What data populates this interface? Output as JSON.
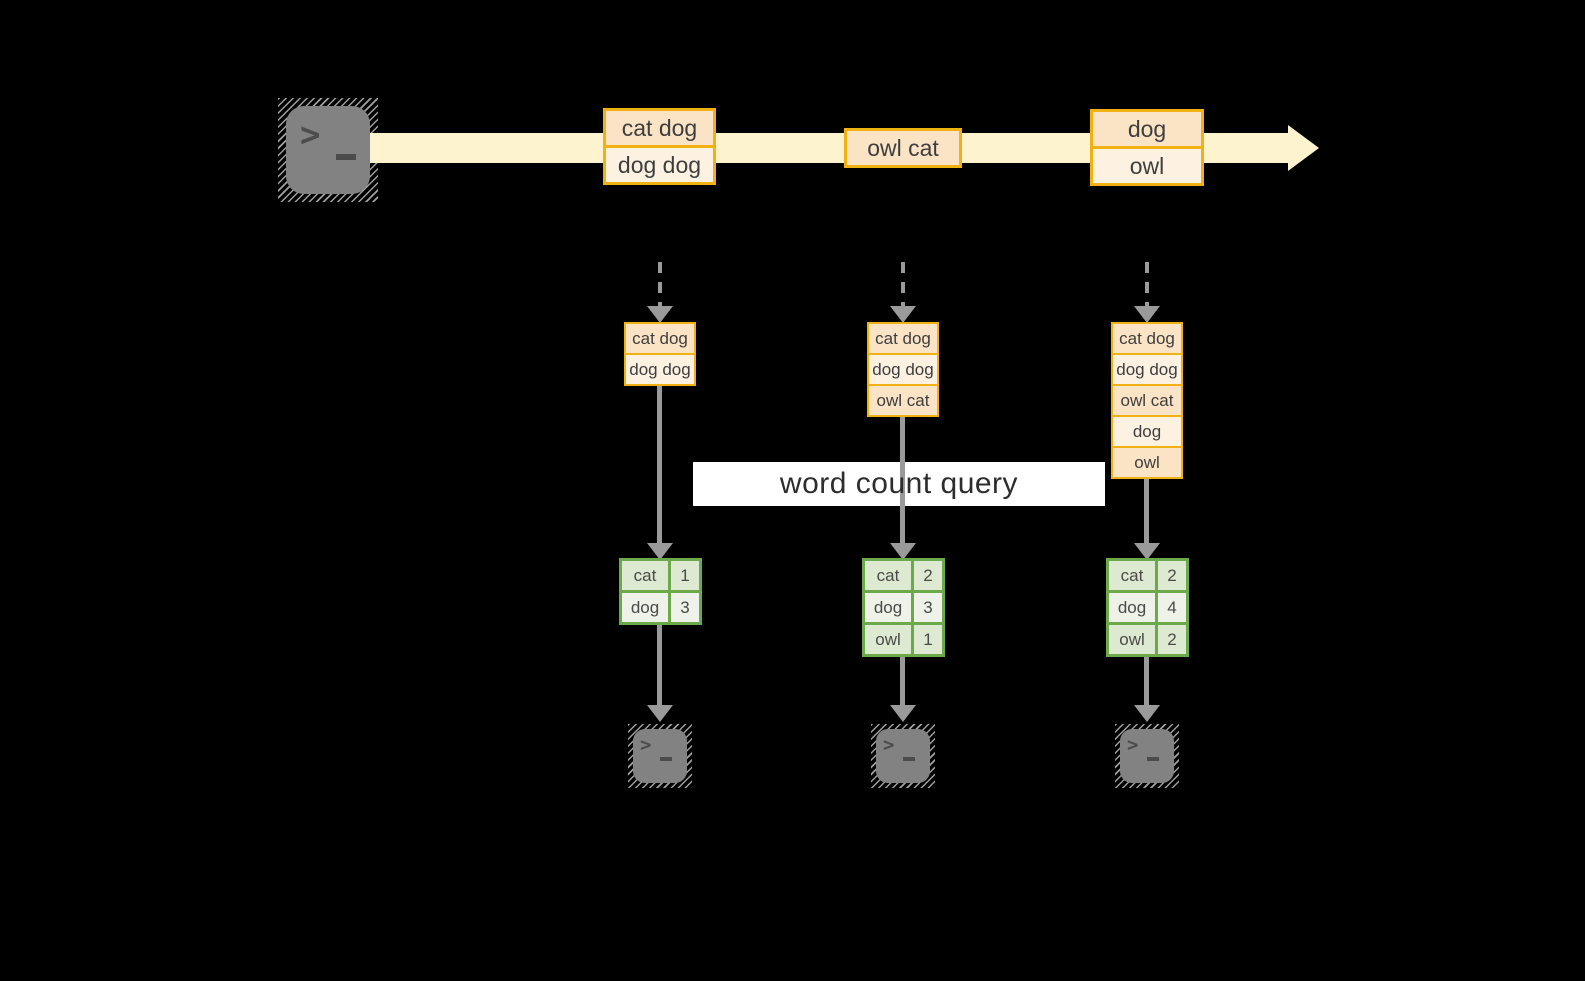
{
  "query_label": "word count query",
  "source_terminal": {
    "prompt": ">"
  },
  "colors": {
    "background": "#000000",
    "stream_band": "#fdf4cf",
    "box_border": "#f1b112",
    "box_fill_peach": "#fbe3c5",
    "box_fill_cream": "#fdf2e2",
    "table_border": "#6ca94a",
    "table_fill_dark": "#dde9d0",
    "table_fill_light": "#eef2e8",
    "arrow_gray": "#9a9a9a",
    "terminal_gray": "#828282",
    "text_dark": "#3e3e3e"
  },
  "timeline": {
    "batches": [
      {
        "lines": [
          "cat dog",
          "dog dog"
        ]
      },
      {
        "lines": [
          "owl cat"
        ]
      },
      {
        "lines": [
          "dog",
          "owl"
        ]
      }
    ]
  },
  "columns": [
    {
      "batch": {
        "lines": [
          "cat dog",
          "dog dog"
        ]
      },
      "table": {
        "rows": [
          {
            "word": "cat",
            "count": "1"
          },
          {
            "word": "dog",
            "count": "3"
          }
        ]
      },
      "terminal": {
        "prompt": ">"
      }
    },
    {
      "batch": {
        "lines": [
          "cat dog",
          "dog dog",
          "owl cat"
        ]
      },
      "table": {
        "rows": [
          {
            "word": "cat",
            "count": "2"
          },
          {
            "word": "dog",
            "count": "3"
          },
          {
            "word": "owl",
            "count": "1"
          }
        ]
      },
      "terminal": {
        "prompt": ">"
      }
    },
    {
      "batch": {
        "lines": [
          "cat dog",
          "dog dog",
          "owl cat",
          "dog",
          "owl"
        ]
      },
      "table": {
        "rows": [
          {
            "word": "cat",
            "count": "2"
          },
          {
            "word": "dog",
            "count": "4"
          },
          {
            "word": "owl",
            "count": "2"
          }
        ]
      },
      "terminal": {
        "prompt": ">"
      }
    }
  ]
}
